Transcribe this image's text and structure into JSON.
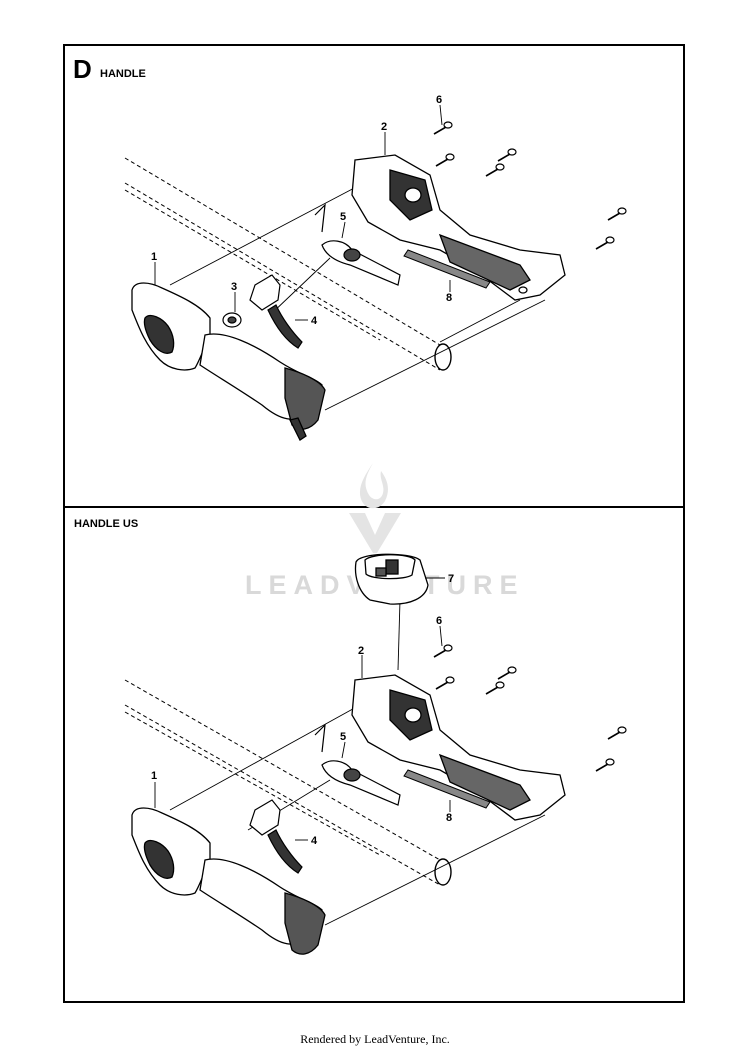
{
  "sections": [
    {
      "letter": "D",
      "title": "HANDLE",
      "callouts": [
        "1",
        "2",
        "3",
        "4",
        "5",
        "6",
        "8"
      ]
    },
    {
      "letter": "",
      "title": "HANDLE US",
      "callouts": [
        "1",
        "2",
        "4",
        "5",
        "6",
        "7",
        "8"
      ]
    }
  ],
  "watermark": "LEADVENTURE",
  "footer": "Rendered by LeadVenture, Inc."
}
